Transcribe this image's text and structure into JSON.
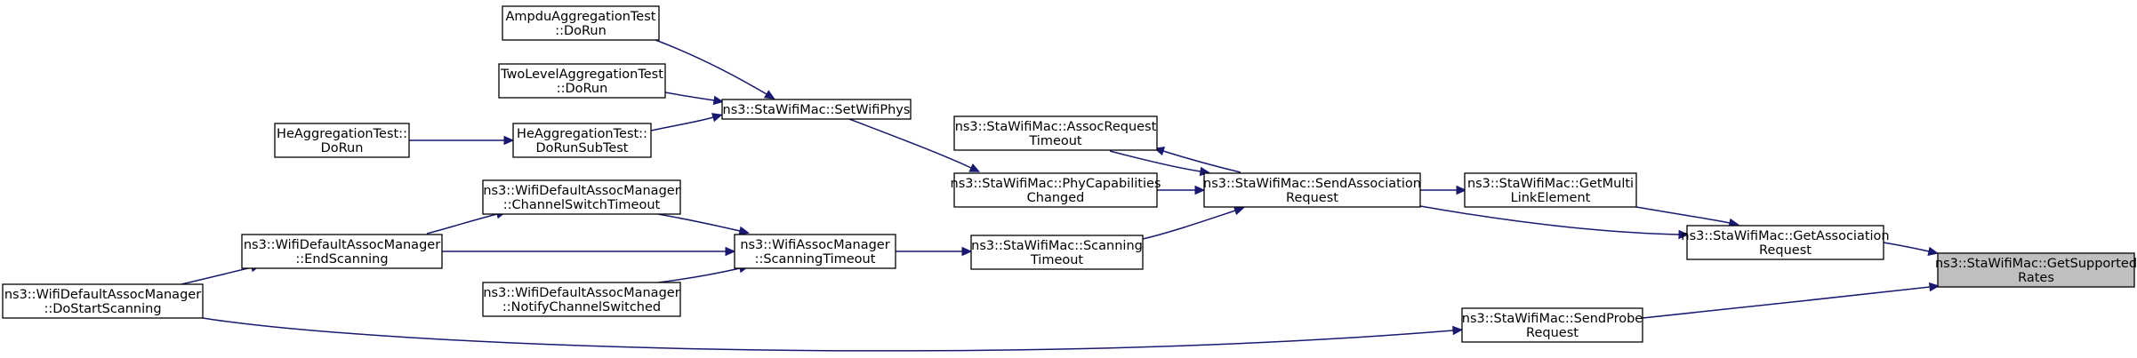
{
  "graph": {
    "colors": {
      "edge": "#191970",
      "highlight_fill": "#bfbfbf",
      "node_fill": "#ffffff",
      "node_border": "#000000"
    },
    "nodes": [
      {
        "id": "getsupportedrates",
        "lines": [
          "ns3::StaWifiMac::GetSupported",
          "Rates"
        ],
        "highlight": true
      },
      {
        "id": "getassociationrequest",
        "lines": [
          "ns3::StaWifiMac::GetAssociation",
          "Request"
        ]
      },
      {
        "id": "sendproberequest",
        "lines": [
          "ns3::StaWifiMac::SendProbe",
          "Request"
        ]
      },
      {
        "id": "getmultilinkelement",
        "lines": [
          "ns3::StaWifiMac::GetMulti",
          "LinkElement"
        ]
      },
      {
        "id": "sendassociationrequest",
        "lines": [
          "ns3::StaWifiMac::SendAssociation",
          "Request"
        ]
      },
      {
        "id": "assocrequesttimeout",
        "lines": [
          "ns3::StaWifiMac::AssocRequest",
          "Timeout"
        ]
      },
      {
        "id": "phycapabilitieschanged",
        "lines": [
          "ns3::StaWifiMac::PhyCapabilities",
          "Changed"
        ]
      },
      {
        "id": "scanningtimeout-sta",
        "lines": [
          "ns3::StaWifiMac::Scanning",
          "Timeout"
        ]
      },
      {
        "id": "setwifiphys",
        "lines": [
          "ns3::StaWifiMac::SetWifiPhys"
        ]
      },
      {
        "id": "scanningtimeout-mgr",
        "lines": [
          "ns3::WifiAssocManager",
          "::ScanningTimeout"
        ]
      },
      {
        "id": "ampduaggregationtest",
        "lines": [
          "AmpduAggregationTest",
          "::DoRun"
        ]
      },
      {
        "id": "twolevelaggregationtest",
        "lines": [
          "TwoLevelAggregationTest",
          "::DoRun"
        ]
      },
      {
        "id": "heaggregationtest-dorunsubtest",
        "lines": [
          "HeAggregationTest::",
          "DoRunSubTest"
        ]
      },
      {
        "id": "heaggregationtest-dorun",
        "lines": [
          "HeAggregationTest::",
          "DoRun"
        ]
      },
      {
        "id": "channelswitchtimeout",
        "lines": [
          "ns3::WifiDefaultAssocManager",
          "::ChannelSwitchTimeout"
        ]
      },
      {
        "id": "notifychannelswitched",
        "lines": [
          "ns3::WifiDefaultAssocManager",
          "::NotifyChannelSwitched"
        ]
      },
      {
        "id": "endscanning",
        "lines": [
          "ns3::WifiDefaultAssocManager",
          "::EndScanning"
        ]
      },
      {
        "id": "dostartscanning",
        "lines": [
          "ns3::WifiDefaultAssocManager",
          "::DoStartScanning"
        ]
      }
    ],
    "edges": [
      {
        "from": "getassociationrequest",
        "to": "getsupportedrates"
      },
      {
        "from": "sendproberequest",
        "to": "getsupportedrates"
      },
      {
        "from": "getmultilinkelement",
        "to": "getassociationrequest"
      },
      {
        "from": "sendassociationrequest",
        "to": "getassociationrequest"
      },
      {
        "from": "sendassociationrequest",
        "to": "getmultilinkelement"
      },
      {
        "from": "sendassociationrequest",
        "to": "assocrequesttimeout"
      },
      {
        "from": "assocrequesttimeout",
        "to": "sendassociationrequest"
      },
      {
        "from": "phycapabilitieschanged",
        "to": "sendassociationrequest"
      },
      {
        "from": "scanningtimeout-sta",
        "to": "sendassociationrequest"
      },
      {
        "from": "setwifiphys",
        "to": "phycapabilitieschanged"
      },
      {
        "from": "scanningtimeout-mgr",
        "to": "scanningtimeout-sta"
      },
      {
        "from": "ampduaggregationtest",
        "to": "setwifiphys"
      },
      {
        "from": "twolevelaggregationtest",
        "to": "setwifiphys"
      },
      {
        "from": "heaggregationtest-dorunsubtest",
        "to": "setwifiphys"
      },
      {
        "from": "heaggregationtest-dorun",
        "to": "heaggregationtest-dorunsubtest"
      },
      {
        "from": "channelswitchtimeout",
        "to": "scanningtimeout-mgr"
      },
      {
        "from": "notifychannelswitched",
        "to": "scanningtimeout-mgr"
      },
      {
        "from": "endscanning",
        "to": "scanningtimeout-mgr"
      },
      {
        "from": "endscanning",
        "to": "channelswitchtimeout"
      },
      {
        "from": "dostartscanning",
        "to": "endscanning"
      },
      {
        "from": "dostartscanning",
        "to": "sendproberequest"
      }
    ]
  }
}
